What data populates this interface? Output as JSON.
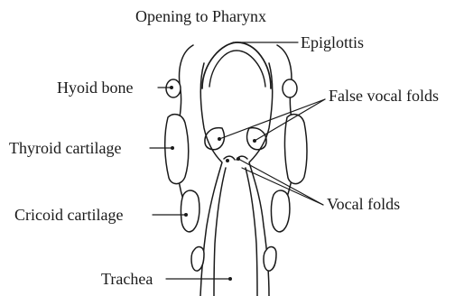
{
  "labels": {
    "opening": "Opening to Pharynx",
    "epiglottis": "Epiglottis",
    "hyoid": "Hyoid bone",
    "false_folds": "False vocal folds",
    "thyroid": "Thyroid cartilage",
    "vocal_folds": "Vocal folds",
    "cricoid": "Cricoid cartilage",
    "trachea": "Trachea"
  },
  "colors": {
    "stroke": "#1a1a1a",
    "fill": "#ffffff"
  }
}
